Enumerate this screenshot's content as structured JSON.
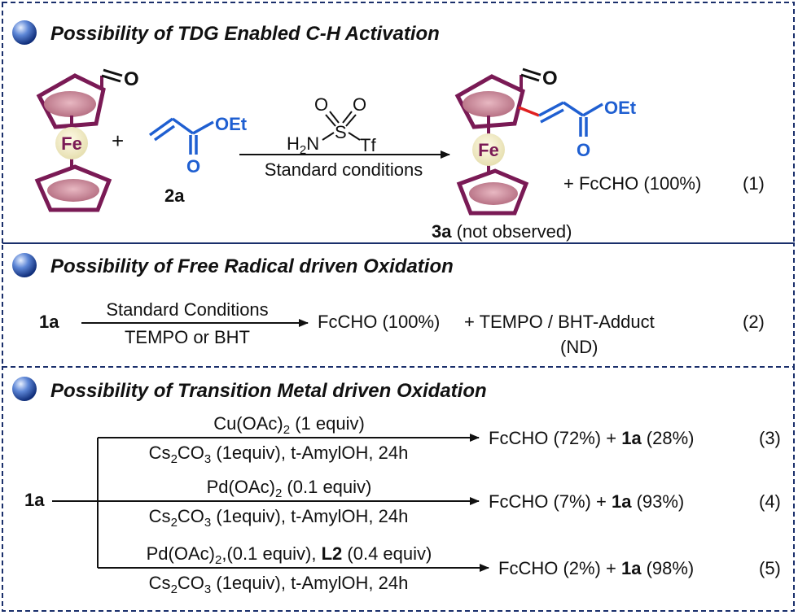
{
  "sections": [
    {
      "title": "Possibility of TDG Enabled C-H Activation"
    },
    {
      "title": "Possibility of Free Radical driven Oxidation"
    },
    {
      "title": "Possibility of Transition Metal driven Oxidation"
    }
  ],
  "s1": {
    "aldehyde_o": "O",
    "fe": "Fe",
    "plus": "+",
    "oet": "OEt",
    "carbonyl_o": "O",
    "label_2a": "2a",
    "sulfonyl_o1": "O",
    "sulfonyl_o2": "O",
    "h2n": "H",
    "h2n_sub": "2",
    "h2n_n": "N",
    "s_atom": "S",
    "tf": "Tf",
    "conditions": "Standard conditions",
    "prod_aldehyde_o": "O",
    "prod_fe": "Fe",
    "prod_oet": "OEt",
    "prod_carbonyl_o": "O",
    "byproduct": "+ FcCHO (100%)",
    "eq_num": "(1)",
    "label_3a": "3a",
    "label_3a_note": " (not observed)"
  },
  "s2": {
    "reactant": "1a",
    "cond_top": "Standard Conditions",
    "cond_bottom": "TEMPO or BHT",
    "product": "FcCHO (100%)",
    "adduct": "+ TEMPO / BHT-Adduct",
    "adduct_note": "(ND)",
    "eq_num": "(2)"
  },
  "s3": {
    "reactant": "1a",
    "rows": [
      {
        "top_pre": "Cu(OAc)",
        "top_sub": "2",
        "top_post": "  (1 equiv)",
        "top_bold": "",
        "top_tail": "",
        "bot_pre": "Cs",
        "bot_sub1": "2",
        "bot_mid": "CO",
        "bot_sub2": "3",
        "bot_post": " (1equiv), t-AmylOH,  24h",
        "prod_pre": "FcCHO (72%) + ",
        "prod_bold": "1a",
        "prod_post": " (28%)",
        "eq_num": "(3)"
      },
      {
        "top_pre": "Pd(OAc)",
        "top_sub": "2",
        "top_post": " (0.1 equiv)",
        "top_bold": "",
        "top_tail": "",
        "bot_pre": "Cs",
        "bot_sub1": "2",
        "bot_mid": "CO",
        "bot_sub2": "3",
        "bot_post": " (1equiv), t-AmylOH,  24h",
        "prod_pre": "FcCHO (7%) + ",
        "prod_bold": "1a",
        "prod_post": " (93%)",
        "eq_num": "(4)"
      },
      {
        "top_pre": "Pd(OAc)",
        "top_sub": "2",
        "top_post": ",(0.1 equiv), ",
        "top_bold": "L2",
        "top_tail": " (0.4 equiv)",
        "bot_pre": "Cs",
        "bot_sub1": "2",
        "bot_mid": "CO",
        "bot_sub2": "3",
        "bot_post": " (1equiv), t-AmylOH,  24h",
        "prod_pre": "FcCHO (2%) + ",
        "prod_bold": "1a",
        "prod_post": " (98%)",
        "eq_num": "(5)"
      }
    ]
  },
  "colors": {
    "frame": "#1a2f6b",
    "ferrocene": "#7a1a55",
    "ring_fill": "#c98595",
    "fe_fill": "#f1ecc9",
    "acrylate": "#1f5fd1",
    "new_bond": "#e02020"
  }
}
